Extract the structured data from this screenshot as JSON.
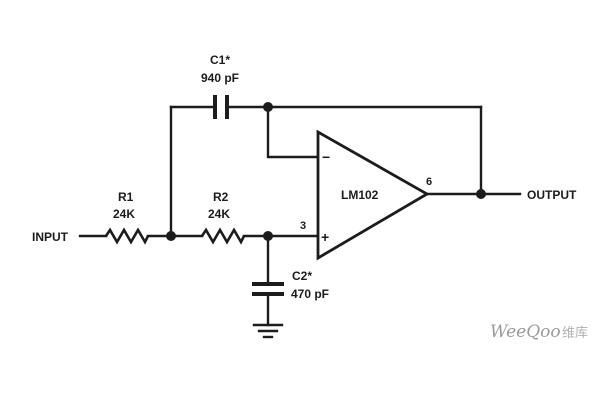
{
  "circuit": {
    "input_label": "INPUT",
    "output_label": "OUTPUT",
    "opamp": {
      "name": "LM102",
      "inverting_sign": "−",
      "noninverting_sign": "+",
      "pin_noninverting": "3",
      "pin_output": "6"
    },
    "r1": {
      "name": "R1",
      "value": "24K"
    },
    "r2": {
      "name": "R2",
      "value": "24K"
    },
    "c1": {
      "name": "C1*",
      "value": "940 pF"
    },
    "c2": {
      "name": "C2*",
      "value": "470 pF"
    }
  },
  "watermark": {
    "brand": "WeeQoo",
    "suffix": "维库"
  },
  "colors": {
    "ink": "#1c1c1c",
    "watermark": "#9a9a9a"
  }
}
